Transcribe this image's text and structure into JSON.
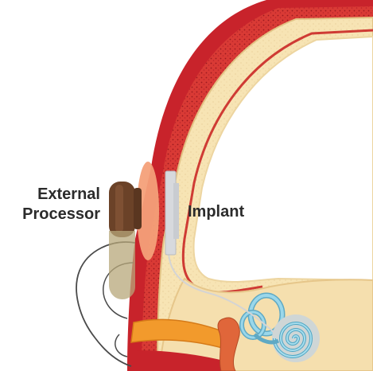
{
  "labels": {
    "external_line1": "External",
    "external_line2": "Processor",
    "implant": "Implant"
  },
  "colors": {
    "skin_outer": "#c8232b",
    "skin_inner": "#e0463c",
    "tissue_texture": "#a51b22",
    "bone_fill": "#f7e4b4",
    "bone_edge": "#e8c98a",
    "processor_body": "#6b4228",
    "processor_transparent": "#b7a77a",
    "magnet_glow": "#f4a079",
    "implant": "#d6d8dc",
    "cochlea": "#86c7dd",
    "ear_outline": "#444444",
    "orange_canal": "#f29a2c"
  },
  "icons": {
    "processor": "external-processor-device",
    "implant": "implant-receiver",
    "cochlea": "cochlea-spiral"
  }
}
